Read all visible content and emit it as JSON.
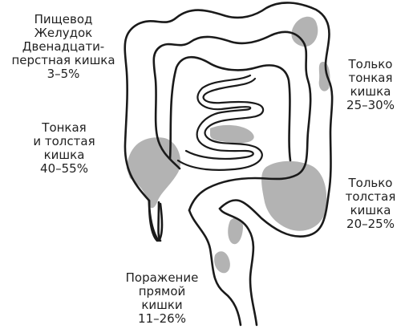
{
  "colors": {
    "outline": "#1a1a1a",
    "affected": "#b3b3b3",
    "background": "#ffffff",
    "text": "#222222"
  },
  "labels": {
    "upper_gi": {
      "lines": [
        "Пищевод",
        "Желудок",
        "Двенадцати-",
        "перстная кишка",
        "3–5%"
      ]
    },
    "small_and_large": {
      "lines": [
        "Тонкая",
        "и толстая",
        "кишка",
        "40–55%"
      ]
    },
    "small_only": {
      "lines": [
        "Только",
        "тонкая",
        "кишка",
        "25–30%"
      ]
    },
    "large_only": {
      "lines": [
        "Только",
        "толстая",
        "кишка",
        "20–25%"
      ]
    },
    "rectum": {
      "lines": [
        "Поражение",
        "прямой",
        "кишки",
        "11–26%"
      ]
    }
  }
}
